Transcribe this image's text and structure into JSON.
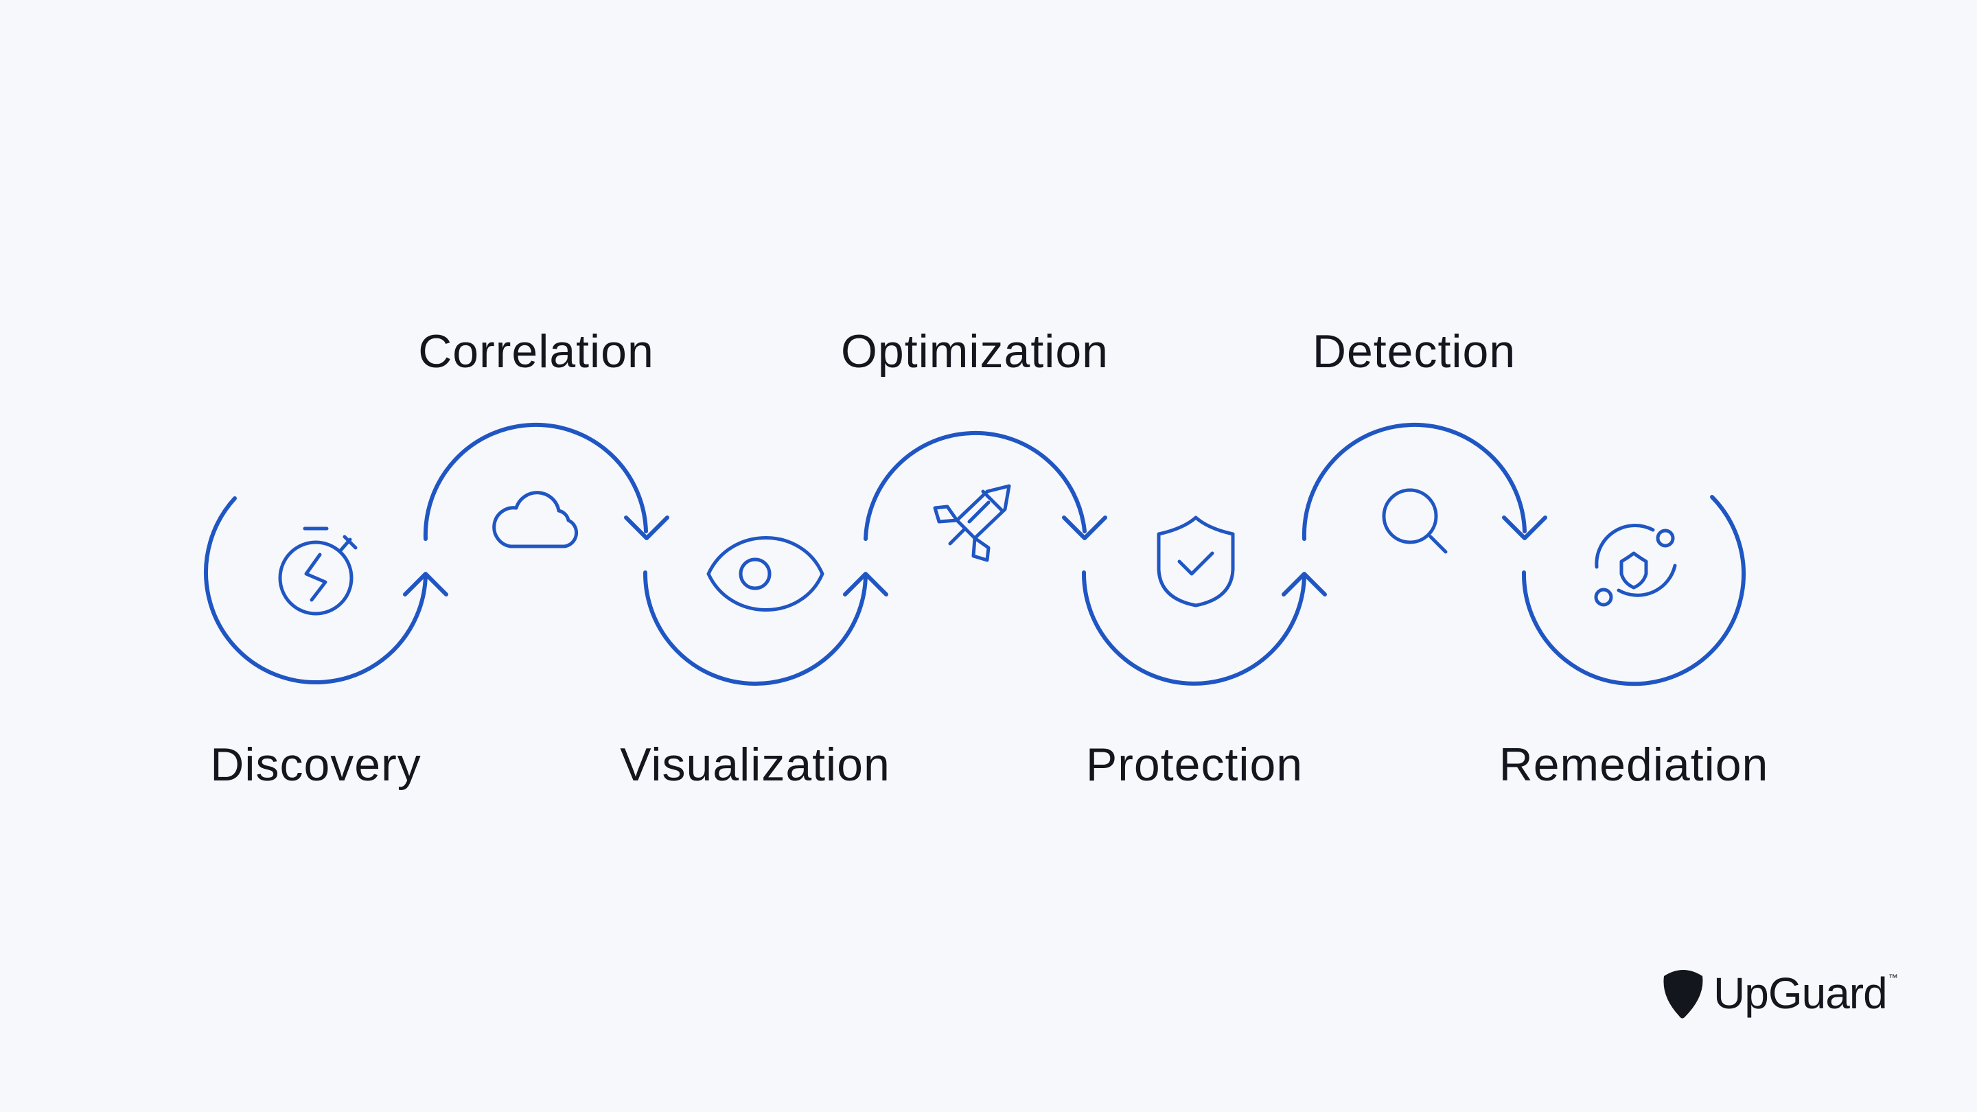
{
  "steps": [
    {
      "label": "Discovery",
      "icon": "stopwatch-bolt-icon"
    },
    {
      "label": "Correlation",
      "icon": "cloud-icon"
    },
    {
      "label": "Visualization",
      "icon": "eye-icon"
    },
    {
      "label": "Optimization",
      "icon": "rocket-icon"
    },
    {
      "label": "Protection",
      "icon": "shield-check-icon"
    },
    {
      "label": "Detection",
      "icon": "magnifier-icon"
    },
    {
      "label": "Remediation",
      "icon": "shield-orbit-icon"
    }
  ],
  "brand": {
    "name": "UpGuard",
    "trademark": "™"
  },
  "colors": {
    "accent": "#1f56c3",
    "text": "#14161e",
    "background": "#f7f8fb"
  }
}
